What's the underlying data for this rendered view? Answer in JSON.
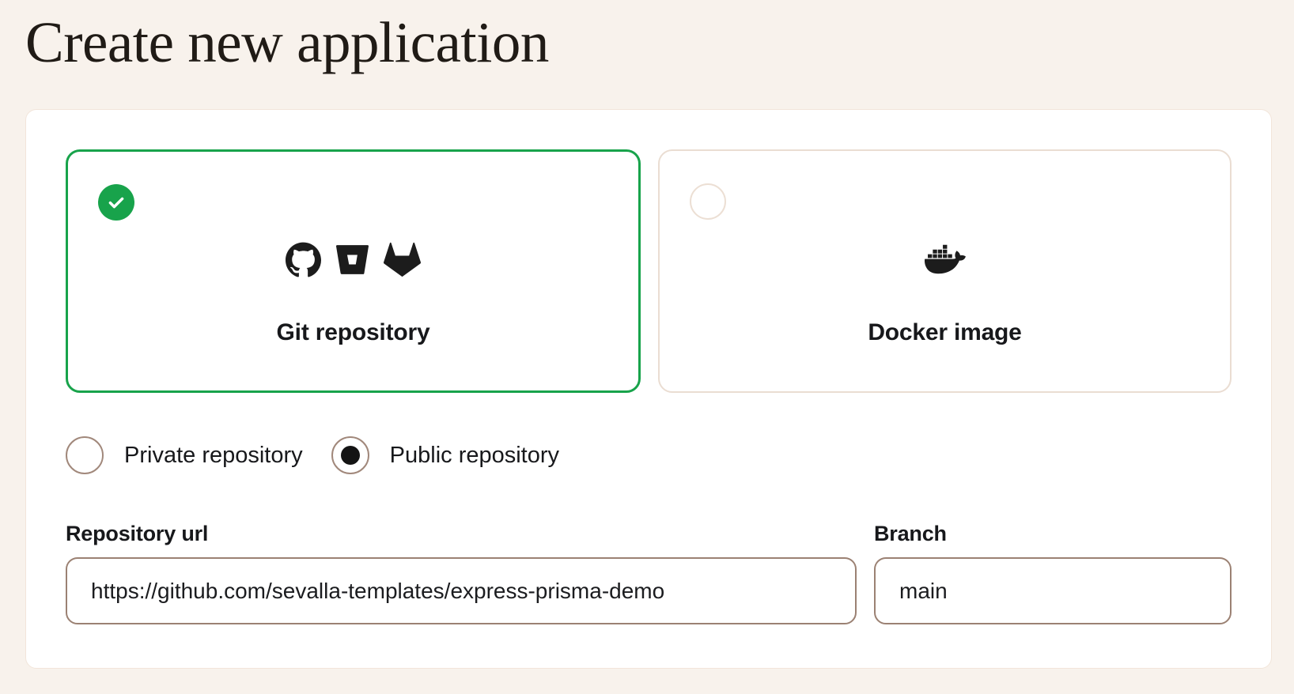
{
  "page": {
    "title": "Create new application"
  },
  "colors": {
    "page_bg": "#f8f2ec",
    "panel_bg": "#ffffff",
    "panel_border": "#f2e5da",
    "accent_green": "#18a34b",
    "unselected_card_border": "#eaddd2",
    "input_border": "#9b8173",
    "radio_border": "#a1887b",
    "text": "#17181b"
  },
  "source_cards": [
    {
      "label": "Git repository",
      "selected": true,
      "icons": [
        "github-icon",
        "bitbucket-icon",
        "gitlab-icon"
      ],
      "badge_icon": "check-icon"
    },
    {
      "label": "Docker image",
      "selected": false,
      "icons": [
        "docker-icon"
      ],
      "badge_icon": "empty-circle"
    }
  ],
  "visibility_options": [
    {
      "label": "Private repository",
      "selected": false
    },
    {
      "label": "Public repository",
      "selected": true
    }
  ],
  "fields": [
    {
      "label": "Repository url",
      "value": "https://github.com/sevalla-templates/express-prisma-demo"
    },
    {
      "label": "Branch",
      "value": "main"
    }
  ]
}
